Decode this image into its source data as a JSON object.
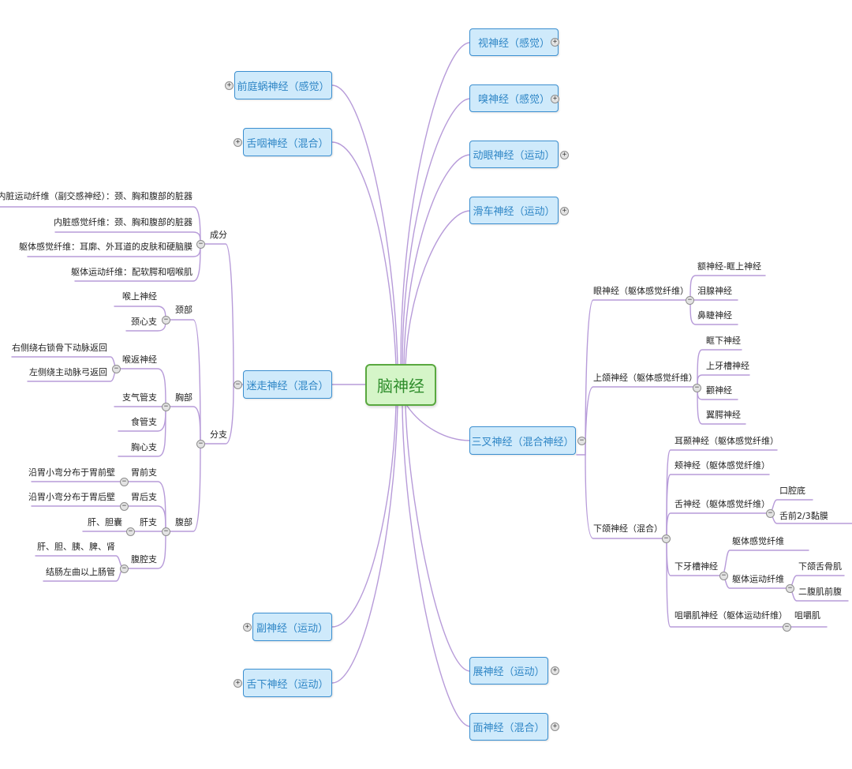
{
  "root": {
    "label": "脑神经"
  },
  "toggles": {
    "plus": "+",
    "minus": "−"
  },
  "main_nodes": {
    "shi": "视神经（感觉）",
    "xiu": "嗅神经（感觉）",
    "dongyan": "动眼神经（运动）",
    "huache": "滑车神经（运动）",
    "sancha": "三叉神经（混合神经）",
    "zhan": "展神经（运动）",
    "mian": "面神经（混合）",
    "qianting": "前庭蜗神经（感觉）",
    "sheyan": "舌咽神经（混合）",
    "mizou": "迷走神经（混合）",
    "fu": "副神经（运动）",
    "shexia": "舌下神经（运动）"
  },
  "trigeminal": {
    "yan": "眼神经（躯体感觉纤维）",
    "e": "额神经-眶上神经",
    "leixian": "泪腺神经",
    "bijie": "鼻睫神经",
    "shanghe": "上颌神经（躯体感觉纤维）",
    "kuangxia": "眶下神经",
    "shangyacao": "上牙槽神经",
    "quan": "颧神经",
    "yiqiao": "翼腭神经",
    "xiahe": "下颌神经（混合）",
    "erniao": "耳颞神经（躯体感觉纤维）",
    "jia": "颊神经（躯体感觉纤维）",
    "she": "舌神经（躯体感觉纤维）",
    "kouqiangdi": "口腔底",
    "sheqian": "舌前2/3黏膜",
    "xiayacao": "下牙槽神经",
    "qutigan": "躯体感觉纤维",
    "qutiyun": "躯体运动纤维",
    "xiahesheng": "下颌舌骨肌",
    "erfu": "二腹肌前腹",
    "jujue": "咀嚼肌神经（躯体运动纤维）",
    "jujueji": "咀嚼肌"
  },
  "vagus": {
    "chengfen": "成分",
    "neizangyun": "内脏运动纤维（副交感神经）：颈、胸和腹部的脏器",
    "neizanggan": "内脏感觉纤维：颈、胸和腹部的脏器",
    "qutigan": "躯体感觉纤维：耳廓、外耳道的皮肤和硬脑膜",
    "qutiyun": "躯体运动纤维：配软腭和咽喉肌",
    "fenzhi": "分支",
    "jingbu": "颈部",
    "houshang": "喉上神经",
    "jingxin": "颈心支",
    "xiongbu": "胸部",
    "houfan": "喉返神经",
    "youce": "右侧绕右锁骨下动脉返回",
    "zuoce": "左侧绕主动脉弓返回",
    "zhiqiguan": "支气管支",
    "shiguan": "食管支",
    "xiongxin": "胸心支",
    "fubu": "腹部",
    "weiqian": "胃前支",
    "weiqian_d": "沿胃小弯分布于胃前壁",
    "weihou": "胃后支",
    "weihou_d": "沿胃小弯分布于胃后壁",
    "gan": "肝支",
    "gan_d": "肝、胆囊",
    "fuqiang": "腹腔支",
    "fuqiang_d1": "肝、胆、胰、脾、肾",
    "fuqiang_d2": "结肠左曲以上肠管"
  },
  "colors": {
    "link": "#b79bd9",
    "main_border": "#3b8fd0",
    "main_fill": "#cfeafb",
    "root_fill": "#d5f5c8",
    "root_border": "#59a83f"
  }
}
